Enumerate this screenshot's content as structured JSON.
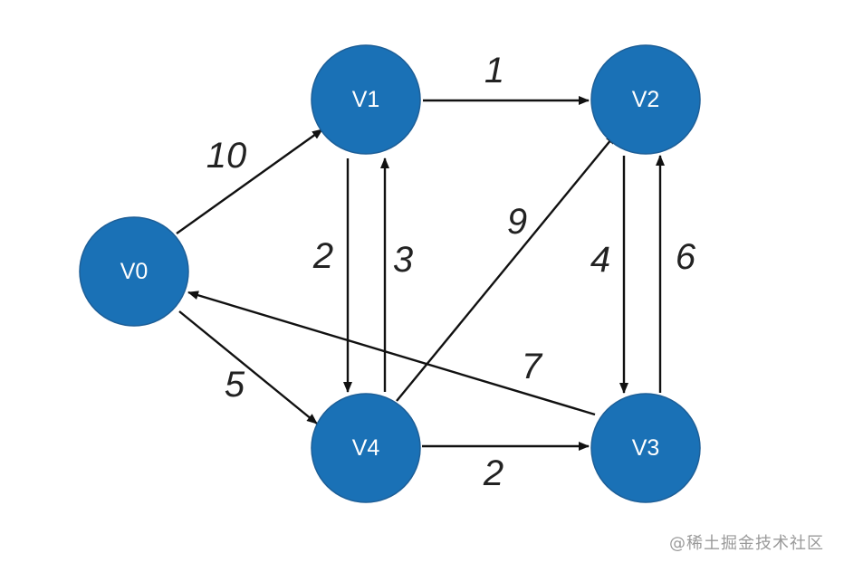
{
  "colors": {
    "node_fill": "#1a71b6",
    "edge": "#111111",
    "weight_text": "#222222",
    "watermark": "#9a9a9a"
  },
  "nodes": [
    {
      "id": "V0",
      "label": "V0"
    },
    {
      "id": "V1",
      "label": "V1"
    },
    {
      "id": "V2",
      "label": "V2"
    },
    {
      "id": "V3",
      "label": "V3"
    },
    {
      "id": "V4",
      "label": "V4"
    }
  ],
  "edges": [
    {
      "from": "V0",
      "to": "V1",
      "weight": "10"
    },
    {
      "from": "V1",
      "to": "V2",
      "weight": "1"
    },
    {
      "from": "V1",
      "to": "V4",
      "weight": "2"
    },
    {
      "from": "V4",
      "to": "V1",
      "weight": "3"
    },
    {
      "from": "V4",
      "to": "V2",
      "weight": "9"
    },
    {
      "from": "V2",
      "to": "V3",
      "weight": "4"
    },
    {
      "from": "V3",
      "to": "V2",
      "weight": "6"
    },
    {
      "from": "V3",
      "to": "V0",
      "weight": "7"
    },
    {
      "from": "V0",
      "to": "V4",
      "weight": "5"
    },
    {
      "from": "V4",
      "to": "V3",
      "weight": "2"
    }
  ],
  "watermark": "@稀土掘金技术社区"
}
